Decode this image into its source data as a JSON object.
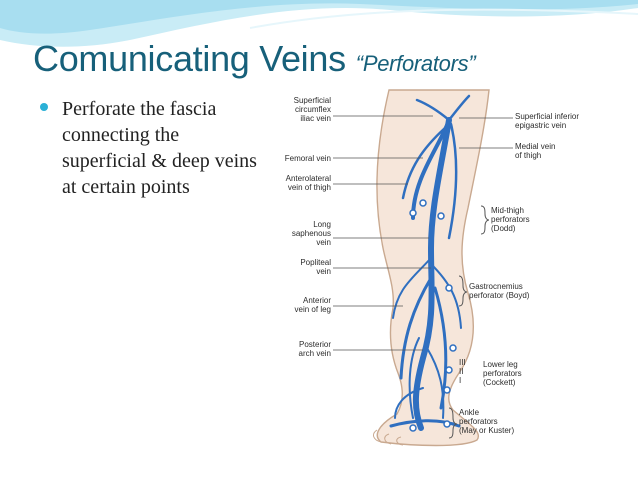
{
  "slide": {
    "title": "Comunicating Veins",
    "title_italic": "“Perforators”",
    "bullets": [
      "Perforate the fascia connecting the superficial & deep veins at certain points"
    ]
  },
  "figure": {
    "left_labels": {
      "superficial_circumflex": "Superficial\ncircumflex\niliac vein",
      "femoral": "Femoral vein",
      "anterolateral": "Anterolateral\nvein of thigh",
      "long_saphenous": "Long\nsaphenous\nvein",
      "popliteal": "Popliteal\nvein",
      "anterior_leg": "Anterior\nvein of leg",
      "posterior_arch": "Posterior\narch vein"
    },
    "right_labels": {
      "superficial_epigastric": "Superficial inferior\nepigastric vein",
      "medial_thigh": "Medial vein\nof thigh",
      "dodd": "Mid-thigh\nperforators\n(Dodd)",
      "boyd": "Gastrocnemius\nperforator (Boyd)",
      "cockett": "Lower leg\nperforators\n(Cockett)",
      "cockett_numerals": "III\nII\nI",
      "ankle": "Ankle\nperforators\n(May or Kuster)"
    }
  },
  "colors": {
    "title": "#17607a",
    "bullet": "#2ab0d6",
    "vein": "#2f6fc0",
    "skin": "#f6e6da",
    "skin_outline": "#c9a990"
  }
}
